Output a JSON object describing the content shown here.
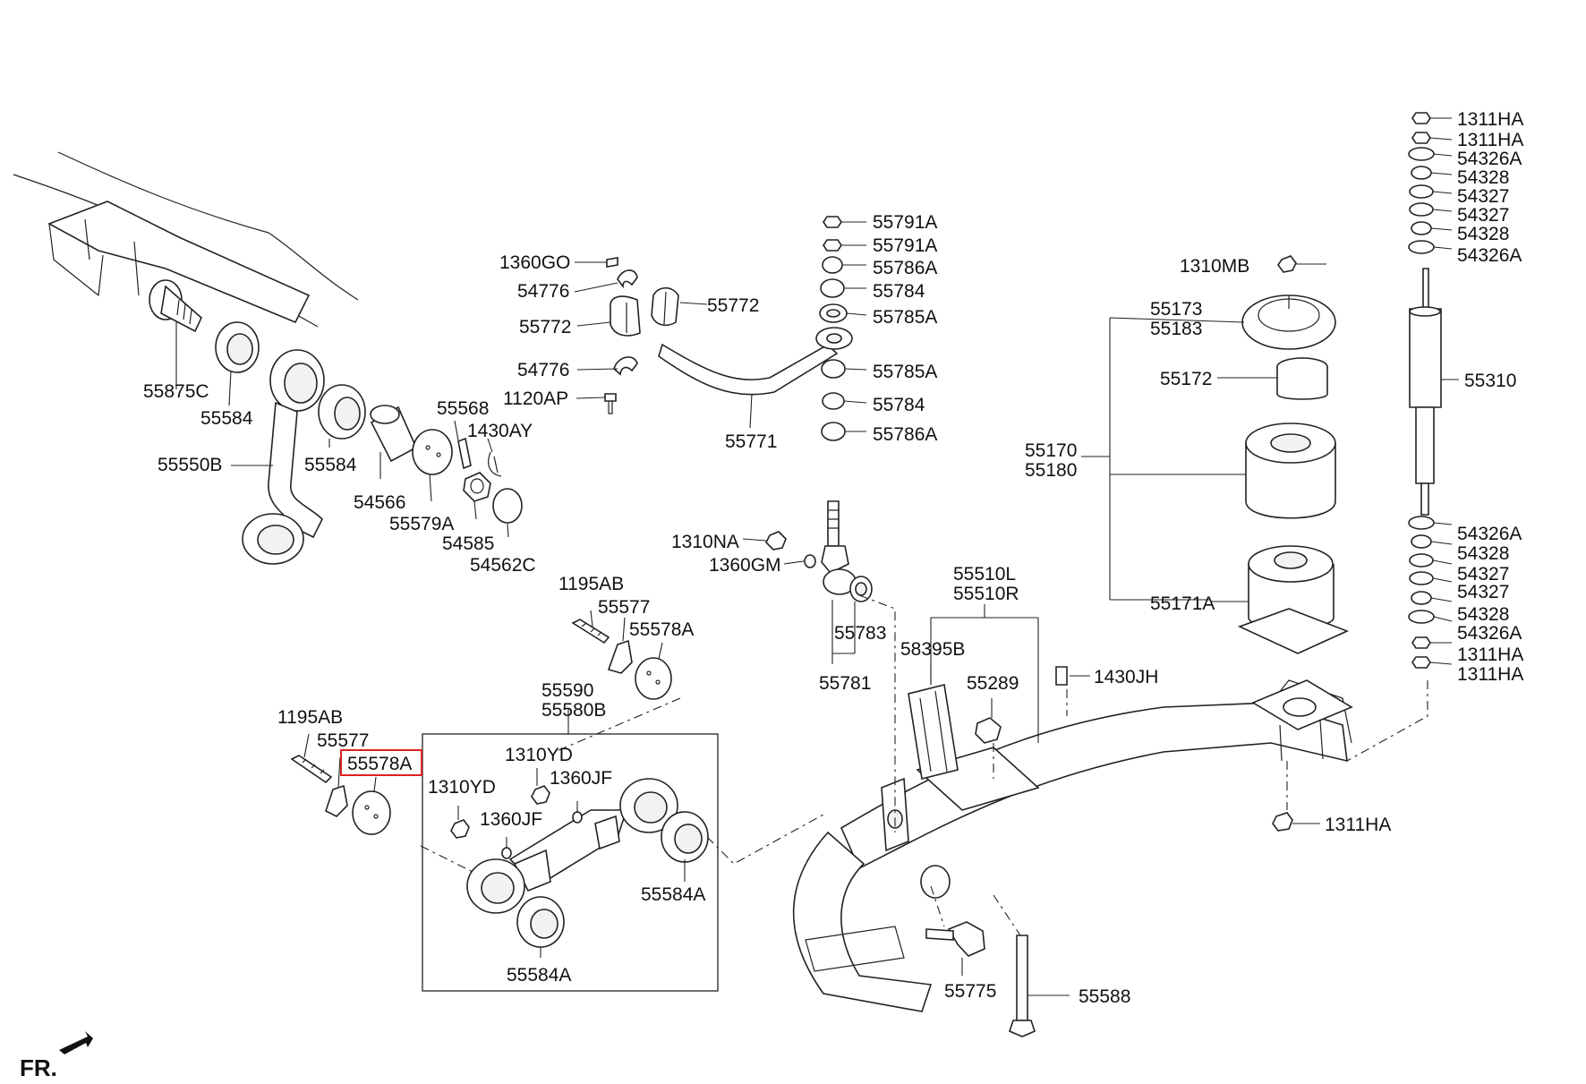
{
  "labels": {
    "p55875C": "55875C",
    "p55584_a": "55584",
    "p55550B": "55550B",
    "p55584_b": "55584",
    "p54566": "54566",
    "p55579A": "55579A",
    "p55568": "55568",
    "p1430AY": "1430AY",
    "p54585": "54585",
    "p54562C": "54562C",
    "p1360GO": "1360GO",
    "p54776_a": "54776",
    "p55772_a": "55772",
    "p55772_b": "55772",
    "p54776_b": "54776",
    "p1120AP": "1120AP",
    "p55771": "55771",
    "p55791A_a": "55791A",
    "p55791A_b": "55791A",
    "p55786A_a": "55786A",
    "p55784_a": "55784",
    "p55785A_a": "55785A",
    "p55785A_b": "55785A",
    "p55784_b": "55784",
    "p55786A_b": "55786A",
    "p1310NA": "1310NA",
    "p1360GM": "1360GM",
    "p55783": "55783",
    "p55781": "55781",
    "p1195AB_a": "1195AB",
    "p55577_a": "55577",
    "p55578A_a": "55578A",
    "p55590": "55590",
    "p55580B": "55580B",
    "p1195AB_b": "1195AB",
    "p55577_b": "55577",
    "p55578A_b": "55578A",
    "p1310YD_a": "1310YD",
    "p1310YD_b": "1310YD",
    "p1360JF_a": "1360JF",
    "p1360JF_b": "1360JF",
    "p55584A_a": "55584A",
    "p55584A_b": "55584A",
    "p55510L": "55510L",
    "p55510R": "55510R",
    "p58395B": "58395B",
    "p55289": "55289",
    "p1430JH": "1430JH",
    "p55775": "55775",
    "p55588": "55588",
    "p1310MB": "1310MB",
    "p55173": "55173",
    "p55183": "55183",
    "p55172": "55172",
    "p55170": "55170",
    "p55180": "55180",
    "p55171A": "55171A",
    "p1311HA_a": "1311HA",
    "p1311HA_b": "1311HA",
    "p54326A_a": "54326A",
    "p54328_a": "54328",
    "p54327_a": "54327",
    "p54327_b": "54327",
    "p54328_b": "54328",
    "p54326A_b": "54326A",
    "p55310": "55310",
    "p54326A_c": "54326A",
    "p54328_c": "54328",
    "p54327_c": "54327",
    "p54327_d": "54327",
    "p54328_d": "54328",
    "p54326A_d": "54326A",
    "p1311HA_c": "1311HA",
    "p1311HA_d": "1311HA",
    "p1311HA_e": "1311HA",
    "fr": "FR."
  },
  "highlight": "55578A",
  "colors": {
    "highlight": "#e02020",
    "line": "#222222"
  }
}
